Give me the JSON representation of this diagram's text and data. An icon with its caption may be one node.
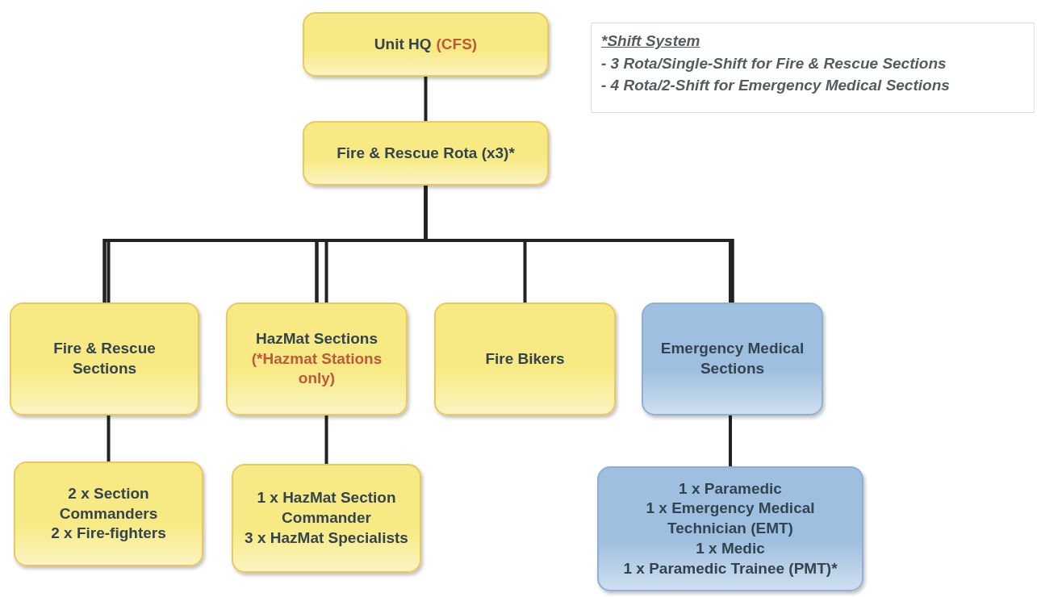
{
  "diagram": {
    "nodes": [
      {
        "text": [
          "Unit HQ",
          "(CFS)"
        ]
      },
      {
        "text": [
          "Fire & Rescue Rota (x3)*"
        ]
      },
      {
        "text": [
          "Fire & Rescue Sections"
        ]
      },
      {
        "text": [
          "HazMat Sections",
          "(*Hazmat Stations only)"
        ]
      },
      {
        "text": [
          "Fire Bikers"
        ]
      },
      {
        "text": [
          "Emergency Medical Sections"
        ]
      },
      {
        "text": [
          "2 x Section Commanders",
          "2 x Fire-fighters"
        ]
      },
      {
        "text": [
          "1 x HazMat Section Commander",
          "3 x HazMat Specialists"
        ]
      },
      {
        "text": [
          "1 x Paramedic",
          "1 x Emergency Medical Technician (EMT)",
          "1 x Medic",
          "1 x Paramedic Trainee (PMT)*"
        ]
      },
      {
        "text": [
          "*Shift System",
          "- 3 Rota/Single-Shift for Fire & Rescue Sections",
          "- 4 Rota/2-Shift for Emergency Medical Sections"
        ]
      }
    ],
    "edges": [
      {
        "from": 0,
        "to": 1,
        "arrow": "none"
      },
      {
        "from": 1,
        "to": 2,
        "arrow": "none"
      },
      {
        "from": 1,
        "to": 3,
        "arrow": "none"
      },
      {
        "from": 1,
        "to": 4,
        "arrow": "none"
      },
      {
        "from": 1,
        "to": 5,
        "arrow": "none"
      },
      {
        "from": 2,
        "to": 6,
        "arrow": "none"
      },
      {
        "from": 3,
        "to": 7,
        "arrow": "none"
      },
      {
        "from": 5,
        "to": 8,
        "arrow": "none"
      }
    ]
  }
}
